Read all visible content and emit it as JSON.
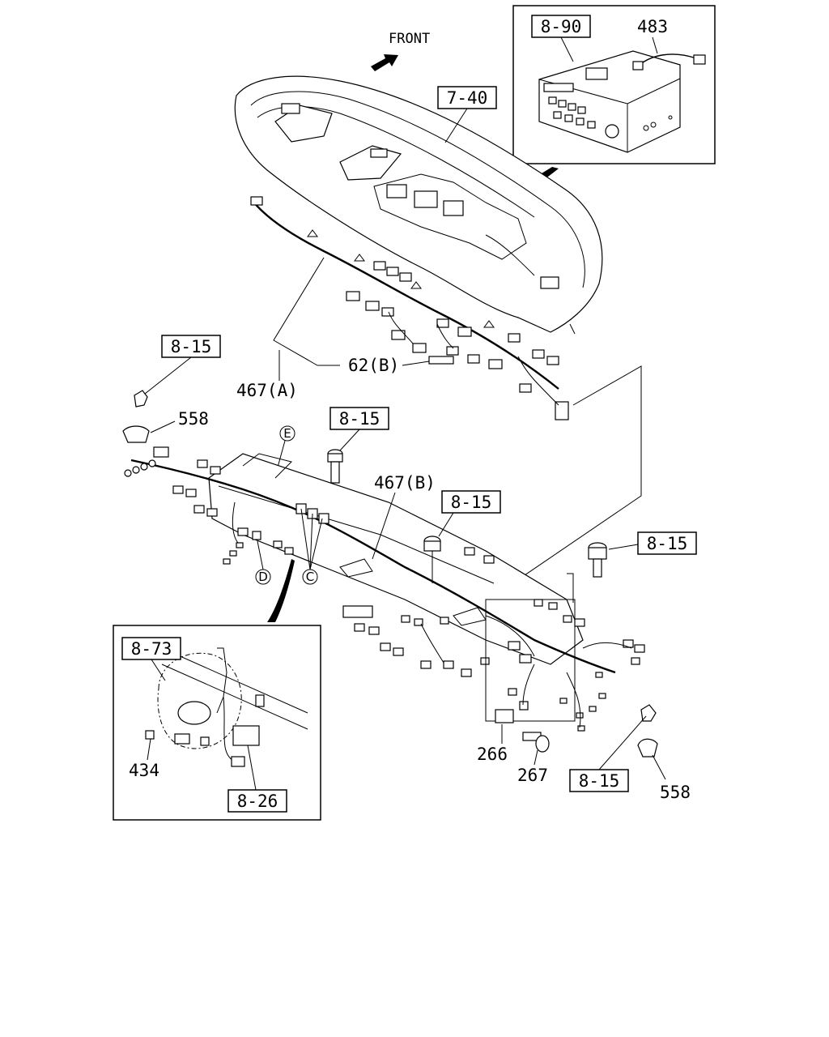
{
  "direction_label": "FRONT",
  "refs": {
    "r_8_90": "8-90",
    "r_7_40": "7-40",
    "r_8_15_a": "8-15",
    "r_8_15_b": "8-15",
    "r_8_15_c": "8-15",
    "r_8_15_d": "8-15",
    "r_8_15_e": "8-15",
    "r_8_73": "8-73",
    "r_8_26": "8-26"
  },
  "parts": {
    "p483": "483",
    "p62b": "62(B)",
    "p467a": "467(A)",
    "p558_top": "558",
    "p467b": "467(B)",
    "p266": "266",
    "p267": "267",
    "p558_bottom": "558",
    "p434": "434"
  },
  "callouts": {
    "c": "C",
    "d": "D",
    "e": "E"
  }
}
